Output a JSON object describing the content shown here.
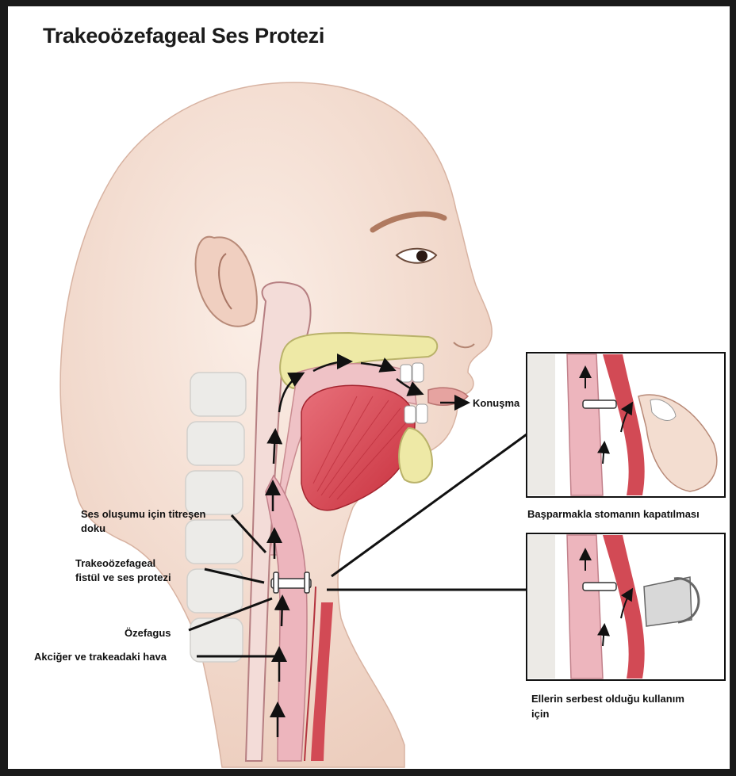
{
  "title": "Trakeoözefageal Ses Protezi",
  "labels": {
    "speech": "Konuşma",
    "vibrating_tissue_line1": "Ses oluşumu için titreşen",
    "vibrating_tissue_line2": "doku",
    "fistula_line1": "Trakeoözefageal",
    "fistula_line2": "fistül ve ses protezi",
    "esophagus": "Özefagus",
    "air": "Akciğer ve trakeadaki hava",
    "thumb_closing": "Başparmakla stomanın kapatılması",
    "handsfree_line1": "Ellerin serbest olduğu kullanım",
    "handsfree_line2": "için"
  },
  "colors": {
    "frame": "#1a1a1a",
    "background": "#ffffff",
    "skin": "#f3ddd0",
    "tissue_pink": "#e9aeb8",
    "muscle_red": "#d9434f",
    "bone_yellow": "#eee9a6"
  }
}
